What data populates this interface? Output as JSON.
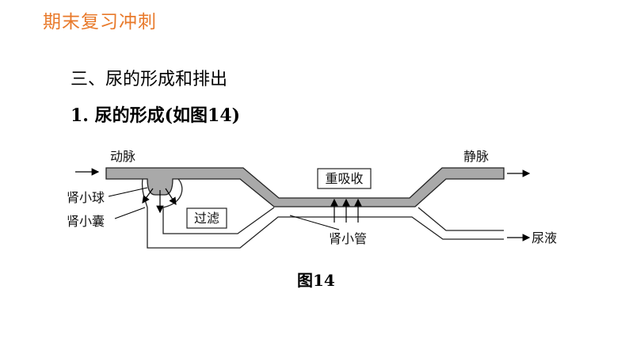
{
  "header": {
    "title": "期末复习冲刺"
  },
  "section": {
    "title": "三、尿的形成和排出"
  },
  "subsection": {
    "title": "1. 尿的形成(如图14)"
  },
  "figure": {
    "labels": {
      "artery": "动脉",
      "vein": "静脉",
      "glomerulus": "肾小球",
      "capsule": "肾小囊",
      "filtration": "过滤",
      "reabsorption": "重吸收",
      "tubule": "肾小管",
      "urine": "尿液"
    },
    "caption": "图14"
  }
}
